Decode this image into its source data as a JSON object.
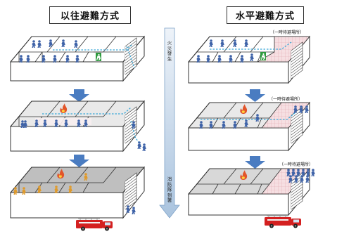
{
  "left_title": "以往避難方式",
  "right_title": "水平避難方式",
  "timeline_top": "火災發生",
  "timeline_bottom": "消防隊到著",
  "refuge_label": "（一時待避場所）",
  "colors": {
    "arrow_blue": "#4a7cc1",
    "timeline_top": "#eef3f9",
    "timeline_bottom": "#a9c3de",
    "route": "#3aa8d8",
    "person": "#3f63a8",
    "fire": "#e2552b",
    "truck": "#d42020",
    "smoke_room": "#9c9c9c",
    "refuge_floor": "#f1c9cd"
  },
  "icons": [
    "fire-icon",
    "person-icon",
    "exit-sign-icon",
    "fire-truck-icon",
    "stairs-icon"
  ]
}
